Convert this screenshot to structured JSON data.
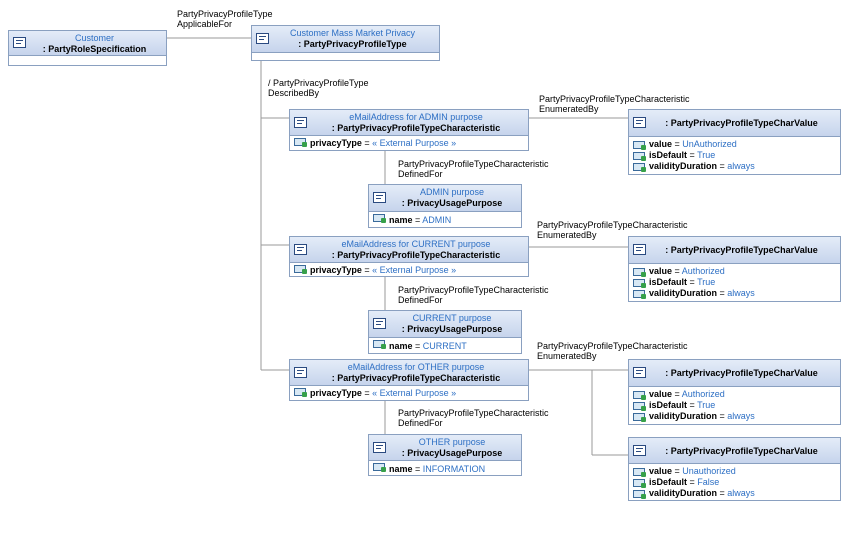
{
  "customer": {
    "name": "Customer",
    "type": ": PartyRoleSpecification"
  },
  "privacy_profile": {
    "name": "Customer Mass Market Privacy",
    "type": ": PartyPrivacyProfileType"
  },
  "links": {
    "applicable_for": [
      "PartyPrivacyProfileType",
      "ApplicableFor"
    ],
    "described_by": [
      "/ PartyPrivacyProfileType",
      "DescribedBy"
    ],
    "enumerated_by": [
      "PartyPrivacyProfileTypeCharacteristic",
      "EnumeratedBy"
    ],
    "defined_for": [
      "PartyPrivacyProfileTypeCharacteristic",
      "DefinedFor"
    ]
  },
  "characteristics": [
    {
      "name": "eMailAddress for ADMIN purpose",
      "type": ": PartyPrivacyProfileTypeCharacteristic",
      "slot_label": "privacyType",
      "slot_value": "« External Purpose »"
    },
    {
      "name": "eMailAddress for CURRENT purpose",
      "type": ": PartyPrivacyProfileTypeCharacteristic",
      "slot_label": "privacyType",
      "slot_value": "« External Purpose »"
    },
    {
      "name": "eMailAddress for OTHER purpose",
      "type": ": PartyPrivacyProfileTypeCharacteristic",
      "slot_label": "privacyType",
      "slot_value": "« External Purpose »"
    }
  ],
  "purposes": [
    {
      "name": "ADMIN purpose",
      "type": ": PrivacyUsagePurpose",
      "slot_label": "name",
      "slot_value": "ADMIN"
    },
    {
      "name": "CURRENT purpose",
      "type": ": PrivacyUsagePurpose",
      "slot_label": "name",
      "slot_value": "CURRENT"
    },
    {
      "name": "OTHER purpose",
      "type": ": PrivacyUsagePurpose",
      "slot_label": "name",
      "slot_value": "INFORMATION"
    }
  ],
  "char_values": [
    {
      "type": ": PartyPrivacyProfileTypeCharValue",
      "value": "UnAuthorized",
      "is_default": "True",
      "validity": "always"
    },
    {
      "type": ": PartyPrivacyProfileTypeCharValue",
      "value": "Authorized",
      "is_default": "True",
      "validity": "always"
    },
    {
      "type": ": PartyPrivacyProfileTypeCharValue",
      "value": "Authorized",
      "is_default": "True",
      "validity": "always"
    },
    {
      "type": ": PartyPrivacyProfileTypeCharValue",
      "value": "Unauthorized",
      "is_default": "False",
      "validity": "always"
    }
  ],
  "labels": {
    "value": "value",
    "is_default": "isDefault",
    "validity": "validityDuration",
    "eq": " = "
  }
}
